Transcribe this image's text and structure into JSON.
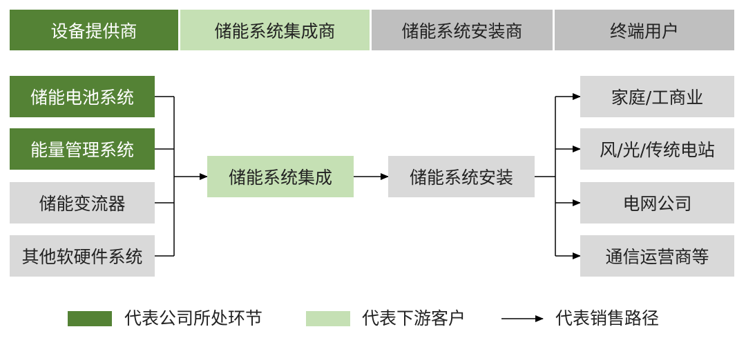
{
  "colors": {
    "company": "#548235",
    "downstream": "#c5e0b4",
    "other": "#d9d9d9",
    "header_other": "#bfbfbf"
  },
  "header": {
    "equipment": "设备提供商",
    "integrator": "储能系统集成商",
    "installer": "储能系统安装商",
    "end_user": "终端用户"
  },
  "suppliers": [
    "储能电池系统",
    "能量管理系统",
    "储能变流器",
    "其他软硬件系统"
  ],
  "integration": "储能系统集成",
  "installation": "储能系统安装",
  "end_users": [
    "家庭/工商业",
    "风/光/传统电站",
    "电网公司",
    "通信运营商等"
  ],
  "legend": {
    "company": "代表公司所处环节",
    "downstream": "代表下游客户",
    "path": "代表销售路径"
  }
}
